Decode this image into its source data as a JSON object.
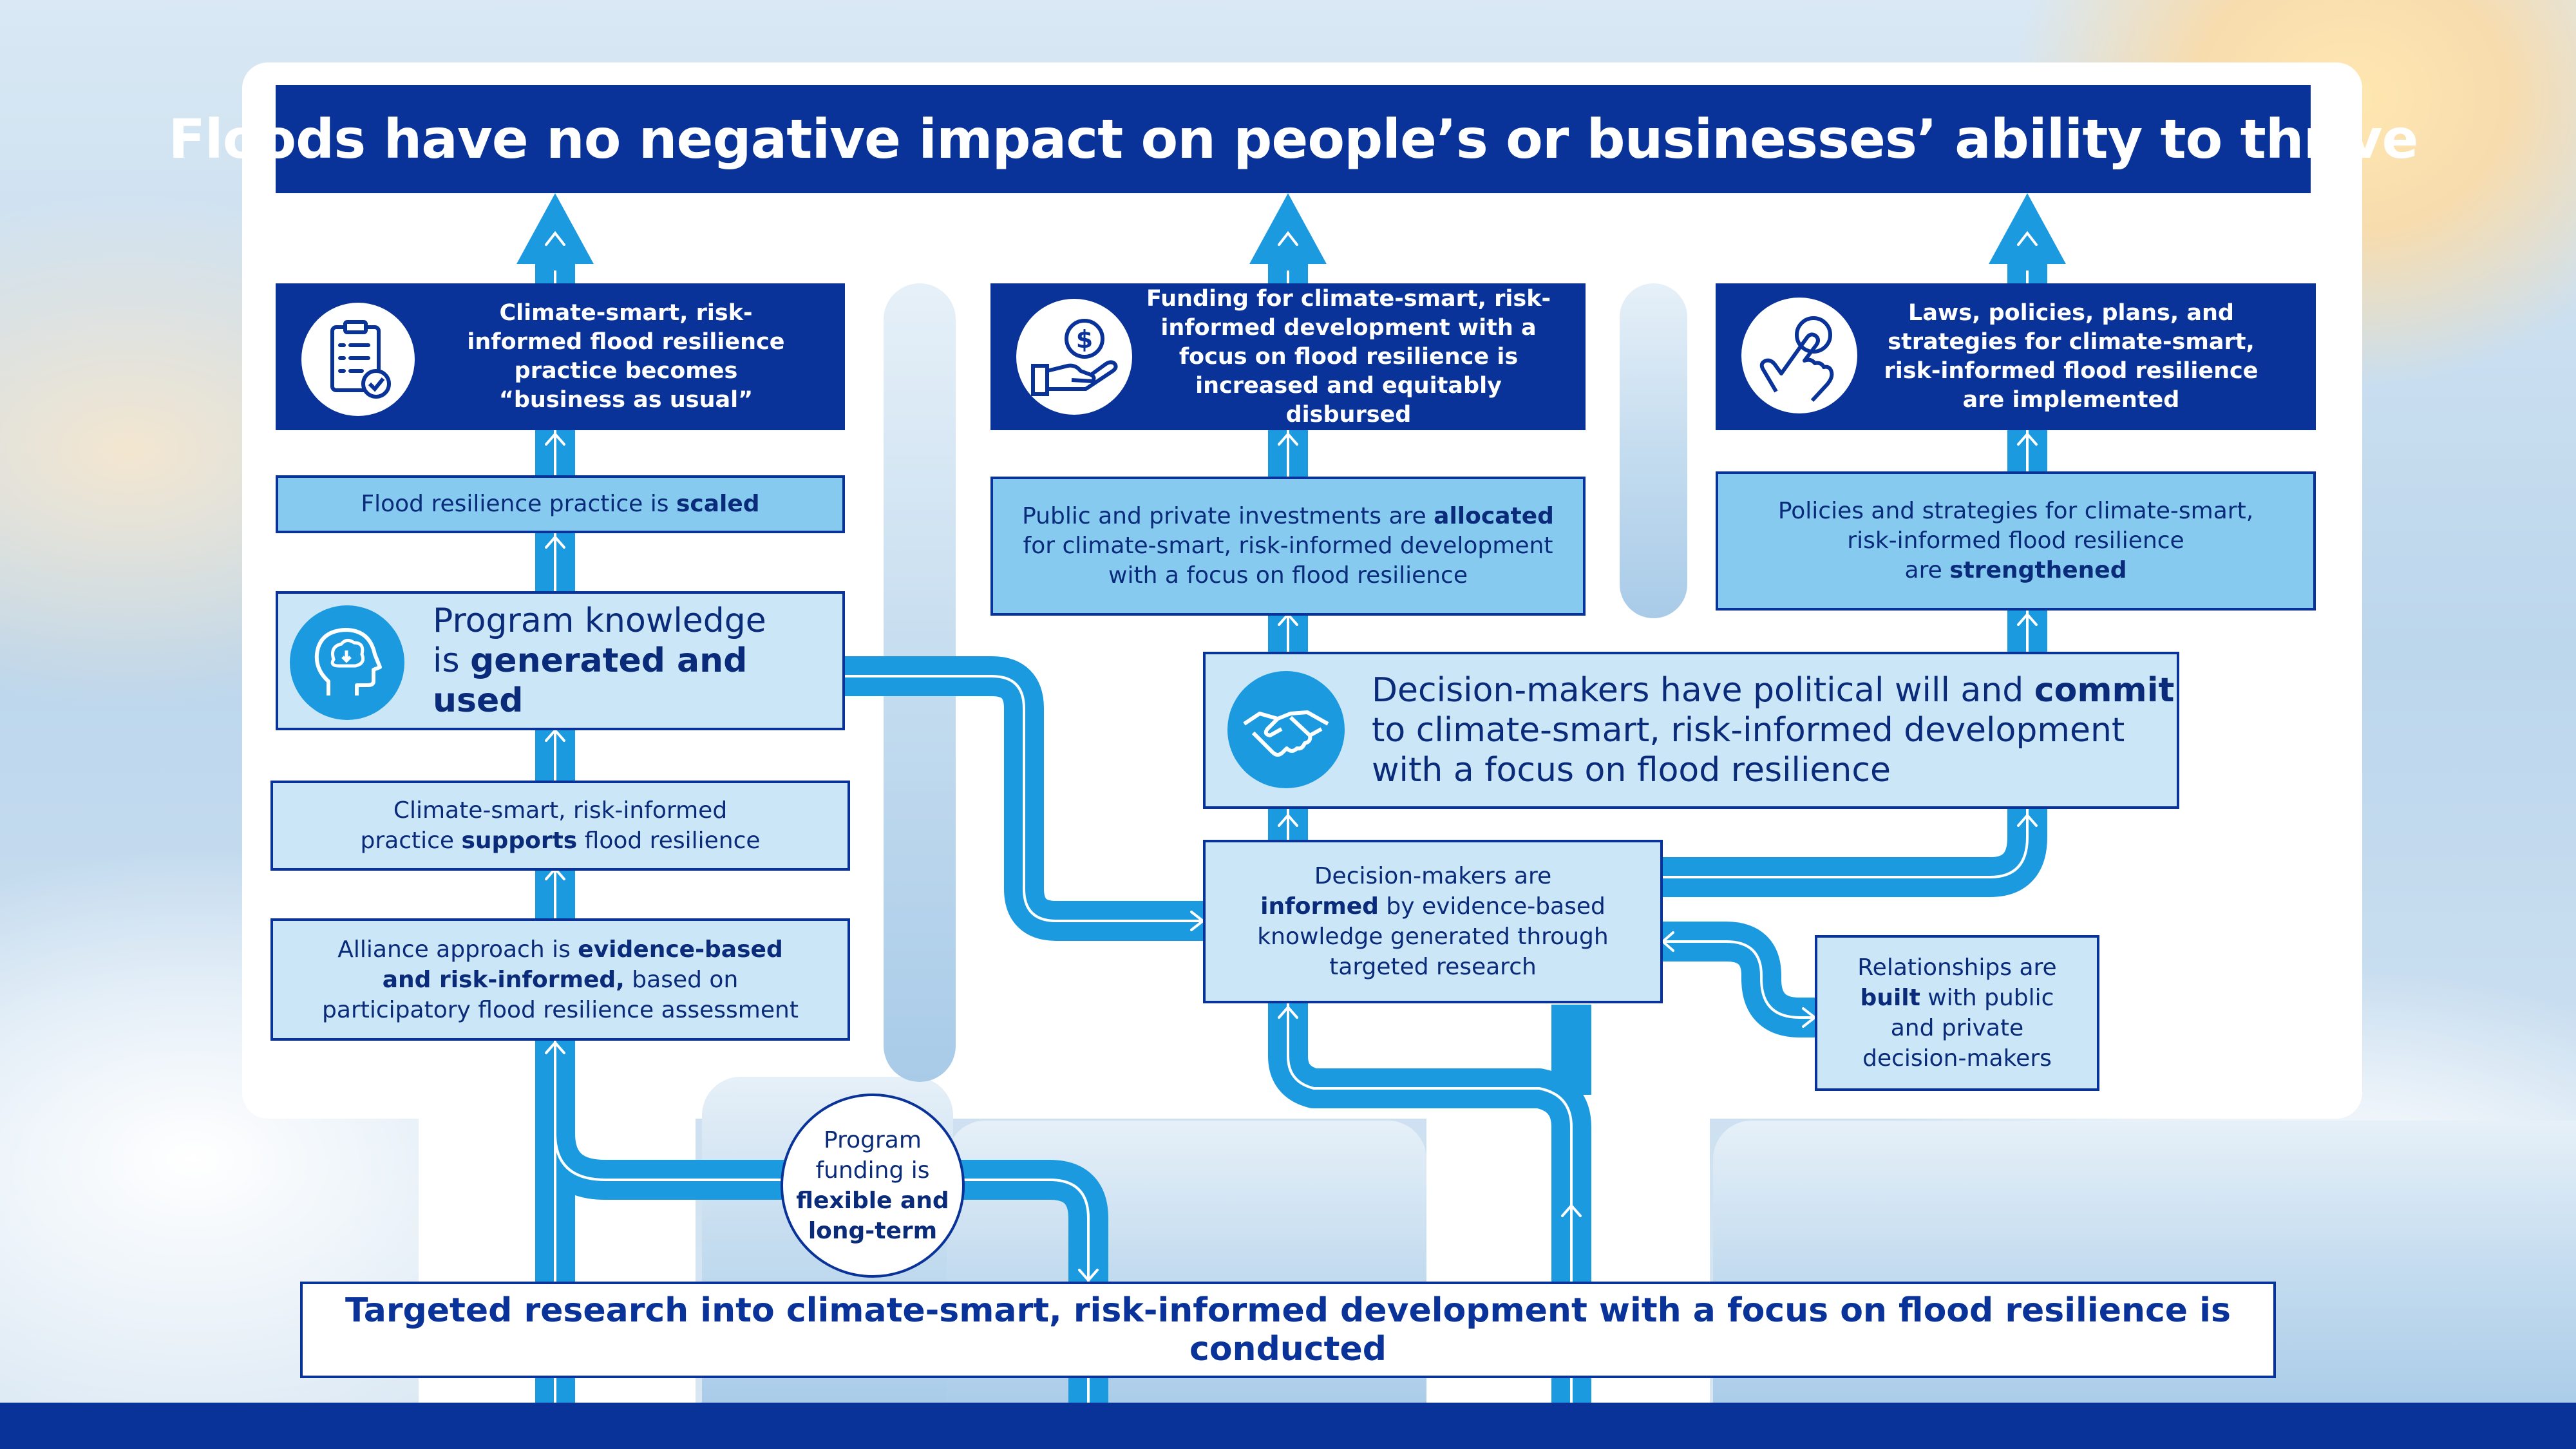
{
  "title": "Floods have no negative impact on people’s or businesses’ ability to thrive",
  "outcomes": {
    "practice": "Climate-smart, risk-informed flood resilience practice becomes “business as usual”",
    "funding": "Funding for climate-smart, risk-informed development with a focus on flood resilience is increased and equitably disbursed",
    "laws": "Laws, policies, plans, and strategies for climate-smart, risk-informed flood resilience are implemented"
  },
  "left_column": {
    "scaled": {
      "pre": "Flood resilience practice is ",
      "bold": "scaled"
    },
    "knowledge": {
      "line1": "Program knowledge",
      "pre": "is ",
      "bold": "generated and used"
    },
    "supports": {
      "line1": "Climate-smart, risk-informed",
      "pre": "practice ",
      "bold": "supports",
      "post": " flood resilience"
    },
    "alliance": {
      "pre": "Alliance approach is ",
      "bold1": "evidence-based",
      "bold2": "and risk-informed,",
      "post": " based on",
      "line3": "participatory flood resilience assessment"
    }
  },
  "middle_column": {
    "investments": {
      "pre": "Public and private investments are ",
      "bold": "allocated",
      "line2": "for climate-smart, risk-informed development",
      "line3": "with a focus on flood resilience"
    },
    "informed": {
      "line1": "Decision-makers are",
      "bold": "informed",
      "post": " by evidence-based",
      "line3": "knowledge generated through",
      "line4": "targeted research"
    }
  },
  "right_column": {
    "policies": {
      "line1": "Policies and strategies for climate-smart,",
      "line2": "risk-informed flood resilience",
      "pre": "are ",
      "bold": "strengthened"
    },
    "commit": {
      "pre": "Decision-makers have political will and ",
      "bold": "commit",
      "line2": "to climate-smart, risk-informed development",
      "line3": "with a focus on flood resilience"
    },
    "relationships": {
      "line1": "Relationships are",
      "bold": "built",
      "post": " with public",
      "line3": "and private",
      "line4": "decision-makers"
    }
  },
  "funding_circle": {
    "line1": "Program",
    "line2": "funding is",
    "bold1": "flexible and",
    "bold2": "long-term"
  },
  "foundation": "Targeted research into climate-smart, risk-informed development with a focus on flood resilience is conducted",
  "icons": [
    "checklist-icon",
    "money-hand-icon",
    "touch-hand-icon",
    "head-brain-icon",
    "handshake-icon"
  ],
  "colors": {
    "navy": "#0a3399",
    "pipe": "#1b9ae0",
    "light_box": "#cbe7f7",
    "mid_box": "#86cbef"
  }
}
